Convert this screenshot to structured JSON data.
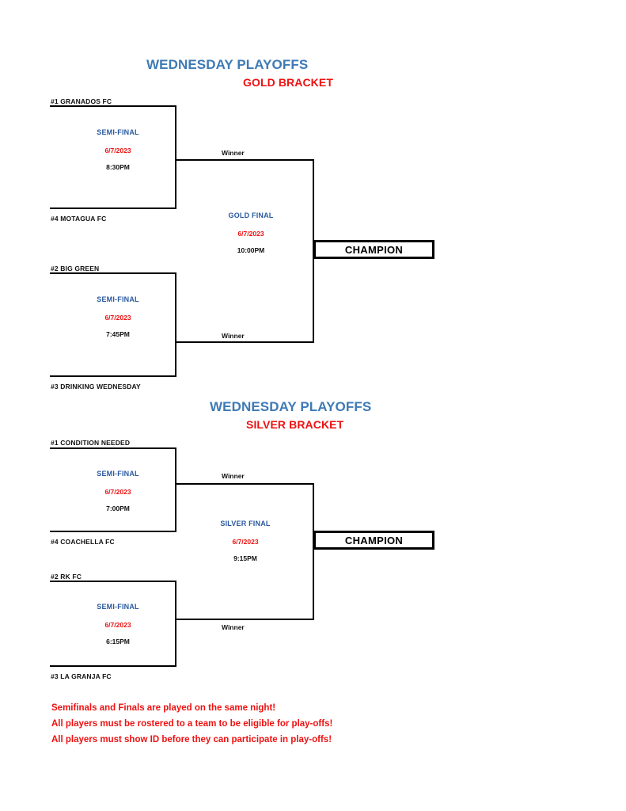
{
  "document": {
    "title": "Wednesday Playoffs Bracket"
  },
  "brackets": [
    {
      "id": "gold",
      "heading": "WEDNESDAY PLAYOFFS",
      "subheading": "GOLD BRACKET",
      "heading_color": "#3e7ab5",
      "subheading_color": "#ee1111",
      "teams": {
        "seed1": "#1 GRANADOS FC",
        "seed4": "#4 MOTAGUA FC",
        "seed2": "#2 BIG GREEN",
        "seed3": "#3 DRINKING WEDNESDAY"
      },
      "semifinal_top": {
        "round": "SEMI-FINAL",
        "date": "6/7/2023",
        "time": "8:30PM"
      },
      "semifinal_bottom": {
        "round": "SEMI-FINAL",
        "date": "6/7/2023",
        "time": "7:45PM"
      },
      "final": {
        "round": "GOLD FINAL",
        "date": "6/7/2023",
        "time": "10:00PM"
      },
      "winner_top_label": "Winner",
      "winner_bottom_label": "Winner",
      "champion_label": "CHAMPION"
    },
    {
      "id": "silver",
      "heading": "WEDNESDAY PLAYOFFS",
      "subheading": "SILVER BRACKET",
      "heading_color": "#3e7ab5",
      "subheading_color": "#ee1111",
      "teams": {
        "seed1": "#1 CONDITION NEEDED",
        "seed4": "#4  COACHELLA FC",
        "seed2": "#2 RK FC",
        "seed3": "#3 LA  GRANJA FC"
      },
      "semifinal_top": {
        "round": "SEMI-FINAL",
        "date": "6/7/2023",
        "time": "7:00PM"
      },
      "semifinal_bottom": {
        "round": "SEMI-FINAL",
        "date": "6/7/2023",
        "time": "6:15PM"
      },
      "final": {
        "round": "SILVER FINAL",
        "date": "6/7/2023",
        "time": "9:15PM"
      },
      "winner_top_label": "Winner",
      "winner_bottom_label": "Winner",
      "champion_label": "CHAMPION"
    }
  ],
  "notes": [
    "Semifinals and Finals are played on the same night!",
    "All players must be rostered to a team to be eligible for play-offs!",
    "All players must show ID before they can participate in play-offs!"
  ]
}
